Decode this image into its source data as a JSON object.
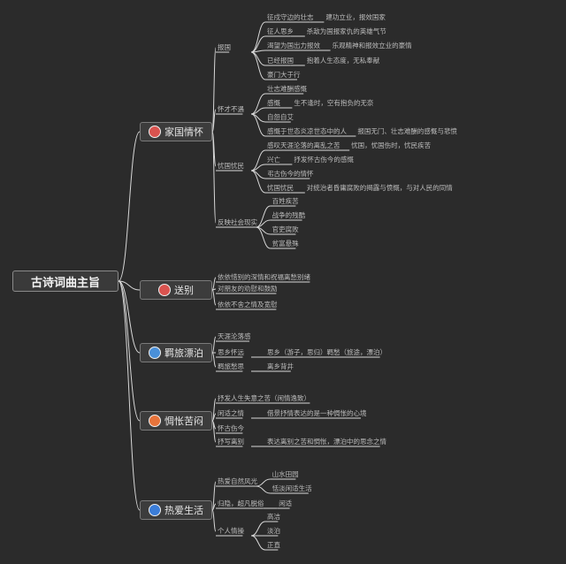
{
  "root": "古诗词曲主旨",
  "categories": [
    {
      "label": "家国情怀",
      "icon": "target-icon",
      "color": "#d9534f",
      "groups": [
        {
          "label": "报国",
          "items": [
            {
              "text": "征戍守边的壮志",
              "note": "建功立业，报效国家"
            },
            {
              "text": "征人思乡",
              "note": "杀敌为国报家仇的英雄气节"
            },
            {
              "text": "渴望为国出力报效",
              "note": "乐观精神和报效立业的豪情"
            },
            {
              "text": "已经报国",
              "note": "抱着人生态度，无私奉献"
            },
            {
              "text": "豪门大于行",
              "note": ""
            }
          ]
        },
        {
          "label": "怀才不遇",
          "items": [
            {
              "text": "壮志难酬感慨",
              "note": ""
            },
            {
              "text": "感慨",
              "note": "生不逢时，空有抱负的无奈"
            },
            {
              "text": "自怨自艾",
              "note": ""
            },
            {
              "text": "感慨于世态炎凉世态中的人",
              "note": "报国无门、壮志难酬的感慨与悲愤"
            }
          ]
        },
        {
          "label": "忧国忧民",
          "items": [
            {
              "text": "感叹天涯沦落的离乱之苦",
              "note": "忧国，忧国伤时，忧民疾苦"
            },
            {
              "text": "兴亡",
              "note": "抒发怀古伤今的感慨"
            },
            {
              "text": "弔古伤今的情怀",
              "note": ""
            },
            {
              "text": "忧国忧民",
              "note": "对统治者昏庸腐败的揭露与愤慨，与对人民的同情"
            }
          ]
        },
        {
          "label": "反映社会现实",
          "items": [
            {
              "text": "百姓疾苦",
              "note": ""
            },
            {
              "text": "战争的残酷",
              "note": ""
            },
            {
              "text": "官吏腐败",
              "note": ""
            },
            {
              "text": "贫富悬殊",
              "note": ""
            }
          ]
        }
      ]
    },
    {
      "label": "送别",
      "icon": "flower-icon",
      "color": "#d9534f",
      "groups": [
        {
          "label": "依依惜别的深情和祝福离愁别绪",
          "items": []
        },
        {
          "label": "对朋友的劝慰和鼓励",
          "items": []
        },
        {
          "label": "依依不舍之情及宽慰",
          "items": []
        }
      ]
    },
    {
      "label": "羁旅漂泊",
      "icon": "send-icon",
      "color": "#4a90d9",
      "groups": [
        {
          "label": "天涯沦落感",
          "items": []
        },
        {
          "label": "思乡怀远",
          "items": [
            {
              "text": "思乡（游子，思归）羁愁（旅途，漂泊）",
              "note": ""
            }
          ]
        },
        {
          "label": "羁旅愁思",
          "items": [
            {
              "text": "离乡背井",
              "note": ""
            }
          ]
        }
      ]
    },
    {
      "label": "惆怅苦闷",
      "icon": "star-icon",
      "color": "#e8743b",
      "groups": [
        {
          "label": "抒发人生失意之苦（闲情逸致）",
          "items": []
        },
        {
          "label": "闲适之情",
          "items": [
            {
              "text": "借景抒情表达的是一种惆怅的心境",
              "note": ""
            }
          ]
        },
        {
          "label": "怀古伤今",
          "items": []
        },
        {
          "label": "抒写离别",
          "items": [
            {
              "text": "表达离别之苦和惆怅，漂泊中的思念之情",
              "note": ""
            }
          ]
        }
      ]
    },
    {
      "label": "热爱生活",
      "icon": "flame-icon",
      "color": "#3b7dd8",
      "groups": [
        {
          "label": "热爱自然风光",
          "items": [
            {
              "text": "山水田园",
              "note": ""
            },
            {
              "text": "恬淡闲适生活",
              "note": ""
            }
          ]
        },
        {
          "label": "归隐，超凡脱俗",
          "items": [
            {
              "text": "闲适",
              "note": ""
            }
          ]
        },
        {
          "label": "个人情操",
          "items": [
            {
              "text": "高洁",
              "note": ""
            },
            {
              "text": "淡泊",
              "note": ""
            },
            {
              "text": "正直",
              "note": ""
            }
          ]
        }
      ]
    }
  ]
}
